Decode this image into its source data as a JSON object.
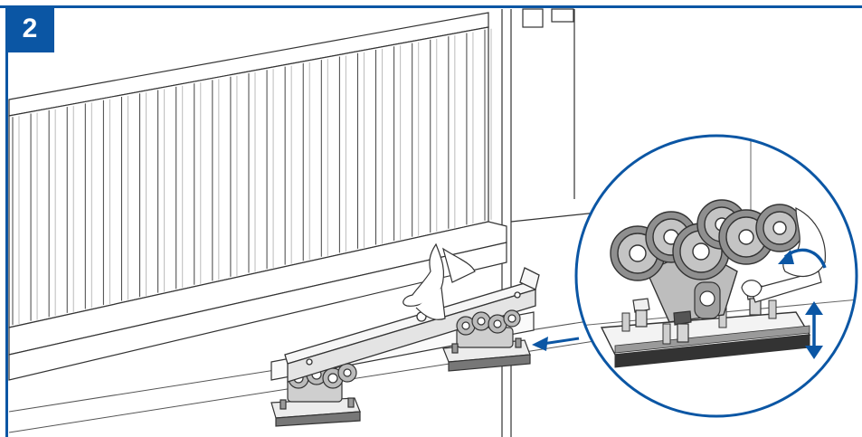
{
  "step": {
    "number": "2"
  },
  "colors": {
    "accent": "#0b56a4",
    "line": "#333333",
    "fill_light": "#f4f4f4",
    "fill_mid": "#cfcfcf",
    "fill_dark": "#8a8a8a"
  },
  "icons": {
    "adjust_arrow": "double-headed-vertical-arrow",
    "rotate_arrow": "curved-rotation-arrow",
    "pointer_arrow": "left-pointing-arrow"
  }
}
